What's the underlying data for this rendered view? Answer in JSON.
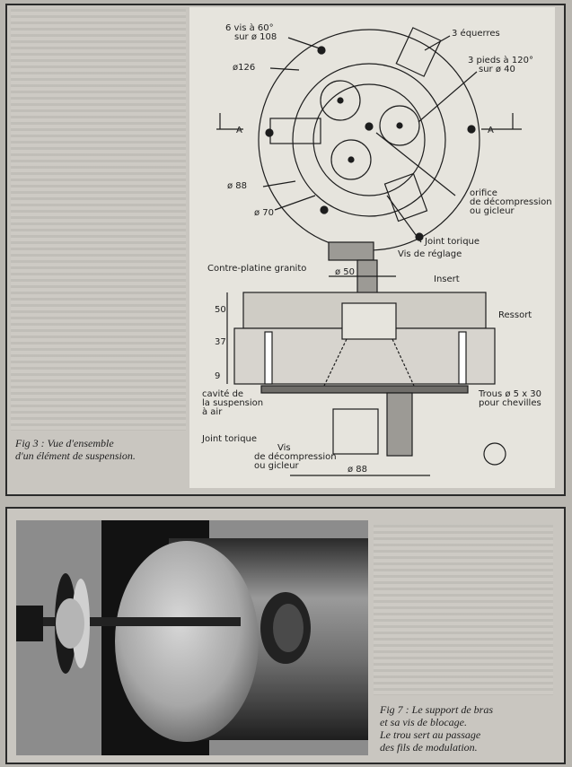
{
  "figure3": {
    "caption": [
      "Fig 3 : Vue d'ensemble",
      "d'un élément de suspension."
    ],
    "labels": {
      "six_screws": [
        "6 vis à 60°",
        "sur ø 108"
      ],
      "three_brackets": "3 équerres",
      "three_feet": [
        "3 pieds à 120°",
        "sur ø 40"
      ],
      "diameter_126": "ø126",
      "diameter_88_top": "ø 88",
      "diameter_70": "ø 70",
      "section_a_left": "A",
      "section_a_right": "A",
      "decompression_orifice": [
        "orifice",
        "de décompression",
        "ou gicleur"
      ],
      "o_ring_top": "Joint torique",
      "adjust_screw": "Vis de réglage",
      "granite_plate": "Contre-platine granito",
      "diameter_50": "ø 50",
      "insert": "Insert",
      "spring": "Ressort",
      "dim_50": "50",
      "dim_37": "37",
      "dim_9": "9",
      "air_cavity": [
        "cavité de",
        "la suspension",
        "à air"
      ],
      "holes": [
        "Trous ø 5 x 30",
        "pour chevilles"
      ],
      "o_ring_bottom": "Joint torique",
      "decompression_screw": [
        "Vis",
        "de décompression",
        "ou gicleur"
      ],
      "diameter_88_bottom": "ø 88"
    }
  },
  "figure7": {
    "caption": [
      "Fig 7 : Le support de bras",
      "et sa vis de blocage.",
      "Le trou sert au passage",
      "des fils de modulation."
    ]
  }
}
